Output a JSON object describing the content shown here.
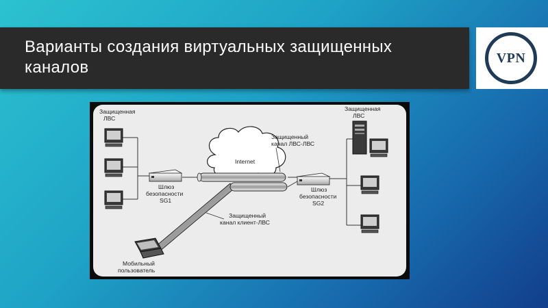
{
  "slide": {
    "title": "Варианты создания виртуальных защищенных каналов"
  },
  "logo": {
    "text": "VPN",
    "color": "#1f3b57"
  },
  "diagram": {
    "left_lan": {
      "label_line1": "Защищенная",
      "label_line2": "ЛВС"
    },
    "right_lan": {
      "label_line1": "Защищенная",
      "label_line2": "ЛВС"
    },
    "cloud": {
      "label": "Internet"
    },
    "gateway_1": {
      "line1": "Шлюз",
      "line2": "безопасности",
      "line3": "SG1"
    },
    "gateway_2": {
      "line1": "Шлюз",
      "line2": "безопасности",
      "line3": "SG2"
    },
    "channel_lan_lan": {
      "line1": "Защищенный",
      "line2": "канал ЛВС-ЛВС"
    },
    "channel_client_lan": {
      "line1": "Защищенный",
      "line2": "канал клиент-ЛВС"
    },
    "mobile_user": {
      "line1": "Мобильный",
      "line2": "пользователь"
    },
    "icons": [
      "computer-icon",
      "server-icon",
      "laptop-icon",
      "gateway-icon",
      "cloud-icon"
    ]
  },
  "colors": {
    "title_bar": "#2a2a2a",
    "background_start": "#2cc2d0",
    "background_end": "#123e8a"
  }
}
